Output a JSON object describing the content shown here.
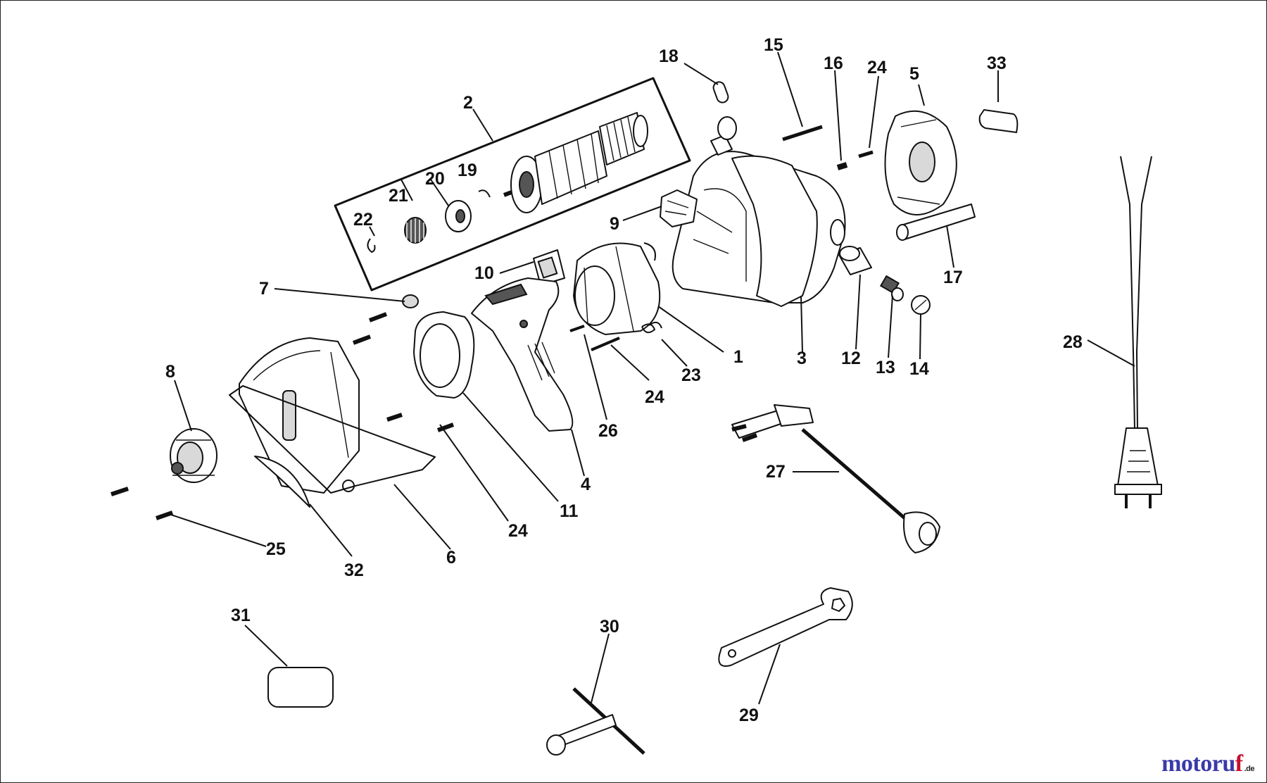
{
  "diagram": {
    "callouts": [
      "1",
      "2",
      "3",
      "4",
      "5",
      "6",
      "7",
      "8",
      "9",
      "10",
      "11",
      "12",
      "13",
      "14",
      "15",
      "16",
      "17",
      "18",
      "19",
      "20",
      "21",
      "22",
      "23",
      "24",
      "24",
      "24",
      "25",
      "26",
      "27",
      "28",
      "29",
      "30",
      "31",
      "32",
      "33"
    ]
  },
  "watermark": {
    "part_a": "motoru",
    "part_b": "f",
    "part_c": ".de"
  }
}
